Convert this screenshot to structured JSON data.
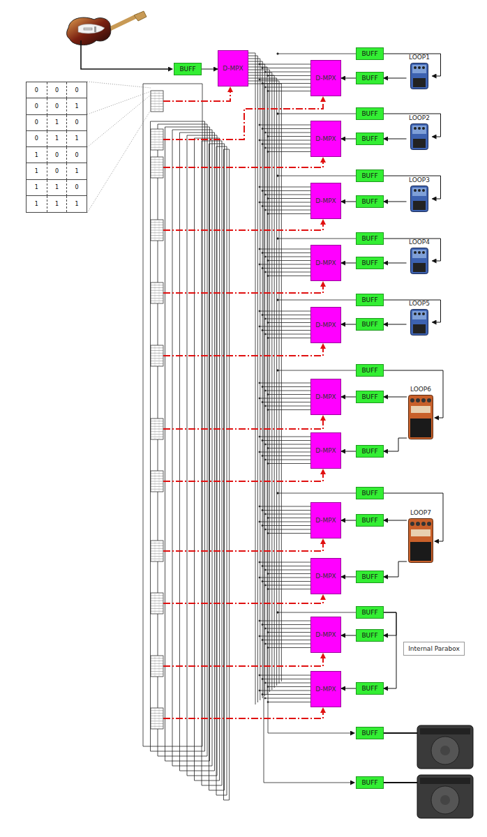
{
  "diagram": {
    "nodes": [
      {
        "text": [
          "BUFF"
        ]
      },
      {
        "text": [
          "D-MPX"
        ]
      },
      {
        "text": [
          "BUFF"
        ]
      },
      {
        "text": [
          "LOOP1"
        ]
      },
      {
        "text": [
          "D-MPX"
        ]
      },
      {
        "text": [
          "BUFF"
        ]
      },
      {
        "text": [
          "BUFF"
        ]
      },
      {
        "text": [
          "LOOP2"
        ]
      },
      {
        "text": [
          "D-MPX"
        ]
      },
      {
        "text": [
          "BUFF"
        ]
      },
      {
        "text": [
          "BUFF"
        ]
      },
      {
        "text": [
          "LOOP3"
        ]
      },
      {
        "text": [
          "D-MPX"
        ]
      },
      {
        "text": [
          "BUFF"
        ]
      },
      {
        "text": [
          "BUFF"
        ]
      },
      {
        "text": [
          "LOOP4"
        ]
      },
      {
        "text": [
          "D-MPX"
        ]
      },
      {
        "text": [
          "BUFF"
        ]
      },
      {
        "text": [
          "BUFF"
        ]
      },
      {
        "text": [
          "LOOP5"
        ]
      },
      {
        "text": [
          "D-MPX"
        ]
      },
      {
        "text": [
          "BUFF"
        ]
      },
      {
        "text": [
          "BUFF"
        ]
      },
      {
        "text": [
          "D-MPX"
        ]
      },
      {
        "text": [
          "BUFF"
        ]
      },
      {
        "text": [
          "LOOP6"
        ]
      },
      {
        "text": [
          "D-MPX"
        ]
      },
      {
        "text": [
          "BUFF"
        ]
      },
      {
        "text": [
          "BUFF"
        ]
      },
      {
        "text": [
          "LOOP7"
        ]
      },
      {
        "text": [
          "D-MPX"
        ]
      },
      {
        "text": [
          "BUFF"
        ]
      },
      {
        "text": [
          "D-MPX"
        ]
      },
      {
        "text": [
          "BUFF"
        ]
      },
      {
        "text": [
          "BUFF"
        ]
      },
      {
        "text": [
          "D-MPX"
        ]
      },
      {
        "text": [
          "BUFF"
        ]
      },
      {
        "text": [
          "Internal Parabox"
        ]
      },
      {
        "text": [
          "D-MPX"
        ]
      },
      {
        "text": [
          "BUFF"
        ]
      },
      {
        "text": [
          "BUFF"
        ]
      },
      {
        "text": [
          "BUFF"
        ]
      }
    ],
    "edges": [
      {
        "from": 0,
        "to": 1,
        "arrow": "to"
      },
      {
        "from": 2,
        "to": 3,
        "arrow": "to"
      },
      {
        "from": 3,
        "to": 5,
        "arrow": "to"
      },
      {
        "from": 5,
        "to": 4,
        "arrow": "to"
      },
      {
        "from": 6,
        "to": 7,
        "arrow": "to"
      },
      {
        "from": 7,
        "to": 9,
        "arrow": "to"
      },
      {
        "from": 9,
        "to": 8,
        "arrow": "to"
      },
      {
        "from": 10,
        "to": 11,
        "arrow": "to"
      },
      {
        "from": 11,
        "to": 13,
        "arrow": "to"
      },
      {
        "from": 13,
        "to": 12,
        "arrow": "to"
      },
      {
        "from": 14,
        "to": 15,
        "arrow": "to"
      },
      {
        "from": 15,
        "to": 17,
        "arrow": "to"
      },
      {
        "from": 17,
        "to": 16,
        "arrow": "to"
      },
      {
        "from": 18,
        "to": 19,
        "arrow": "to"
      },
      {
        "from": 19,
        "to": 21,
        "arrow": "to"
      },
      {
        "from": 21,
        "to": 20,
        "arrow": "to"
      },
      {
        "from": 22,
        "to": 25,
        "arrow": "to"
      },
      {
        "from": 25,
        "to": 24,
        "arrow": "to"
      },
      {
        "from": 24,
        "to": 23,
        "arrow": "to"
      },
      {
        "from": 25,
        "to": 27,
        "arrow": "to"
      },
      {
        "from": 27,
        "to": 26,
        "arrow": "to"
      },
      {
        "from": 28,
        "to": 29,
        "arrow": "to"
      },
      {
        "from": 29,
        "to": 31,
        "arrow": "to"
      },
      {
        "from": 31,
        "to": 30,
        "arrow": "to"
      },
      {
        "from": 29,
        "to": 33,
        "arrow": "to"
      },
      {
        "from": 33,
        "to": 32,
        "arrow": "to"
      },
      {
        "from": 34,
        "to": 36,
        "arrow": "to"
      },
      {
        "from": 34,
        "to": 39,
        "arrow": "to"
      },
      {
        "from": 36,
        "to": 35,
        "arrow": "to"
      },
      {
        "from": 39,
        "to": 38,
        "arrow": "to"
      }
    ],
    "labels": [
      "0",
      "0",
      "0",
      "0",
      "0",
      "1",
      "0",
      "1",
      "0",
      "0",
      "1",
      "1",
      "1",
      "0",
      "0",
      "1",
      "0",
      "1",
      "1",
      "1",
      "0",
      "1",
      "1",
      "1"
    ]
  }
}
